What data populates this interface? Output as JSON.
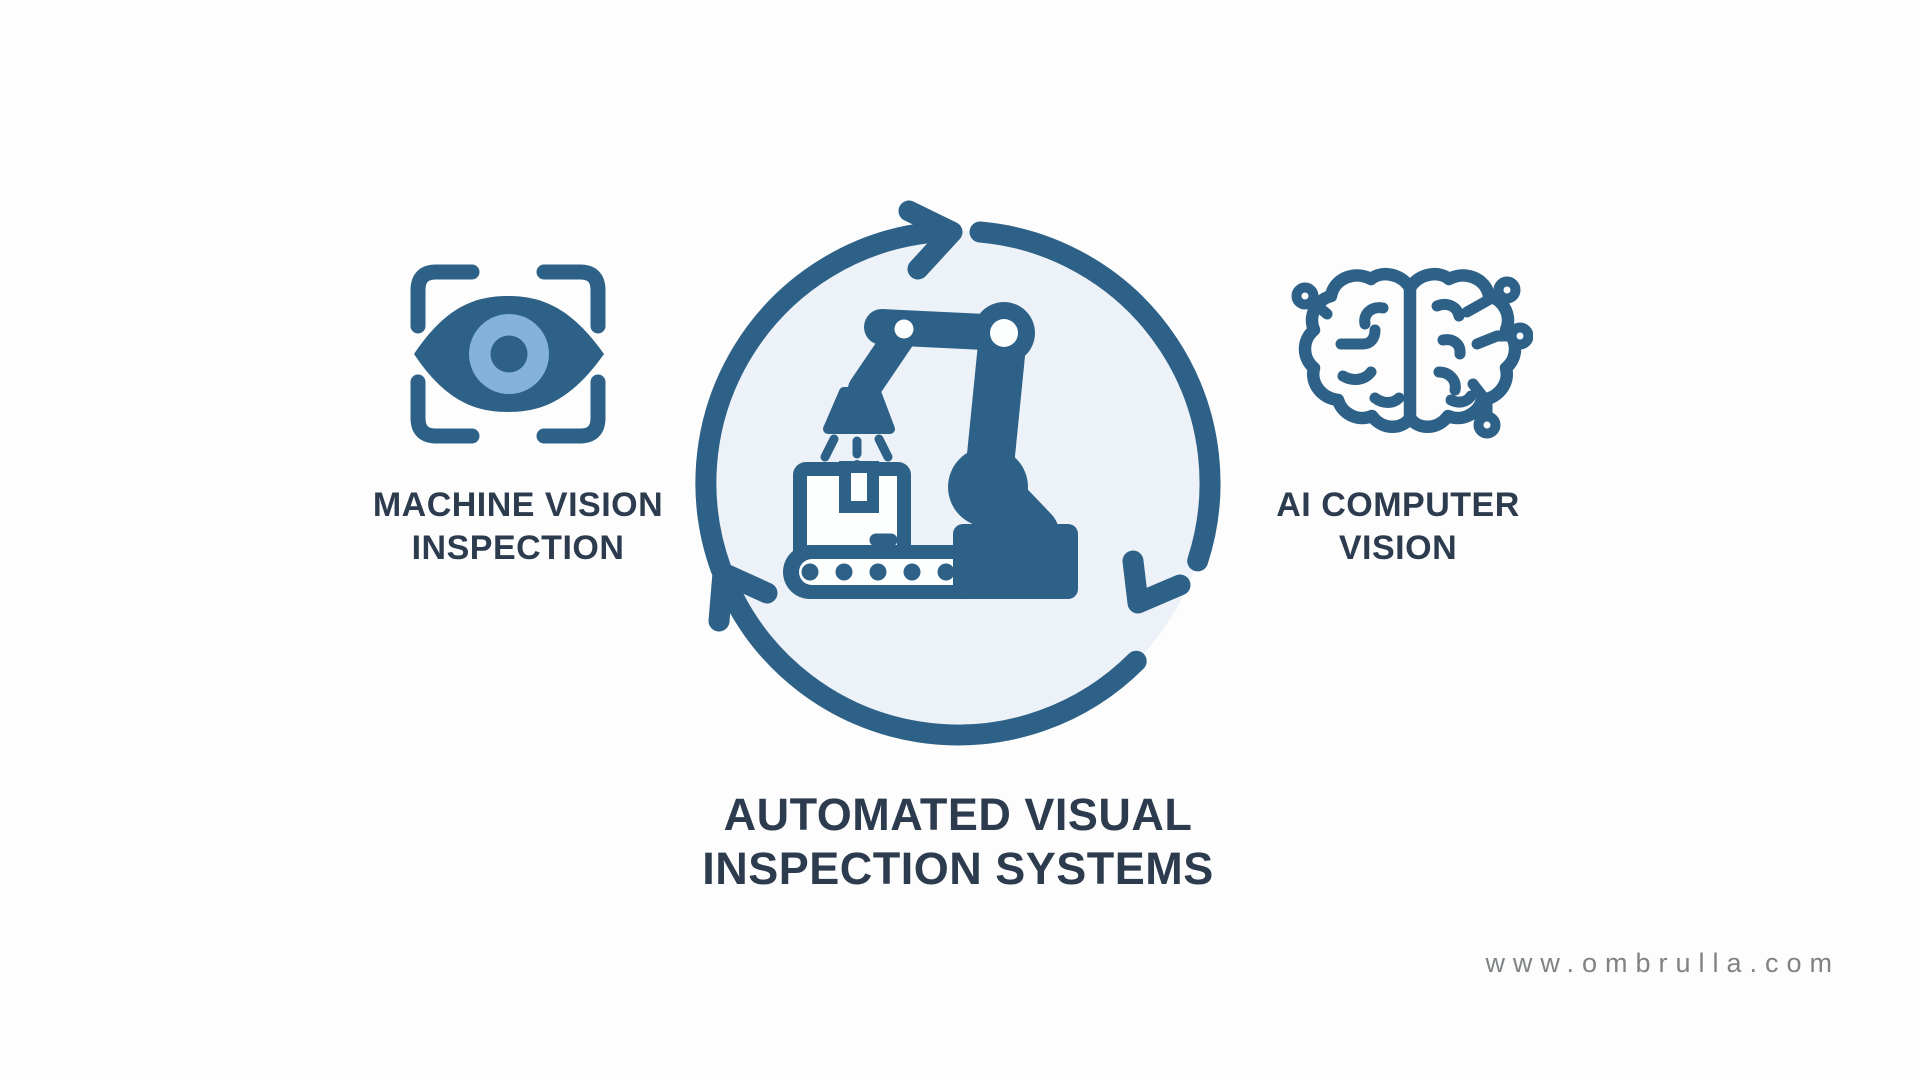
{
  "colors": {
    "background": "#fdfdfd",
    "primary": "#2e6187",
    "iris": "#84b2da",
    "heading": "#2d3b4e",
    "circle-fill": "#edf2f8",
    "url-gray": "#7f8386"
  },
  "left_feature": {
    "icon": "machine-vision-eye-scan-icon",
    "line1": "MACHINE VISION",
    "line2": "INSPECTION"
  },
  "center_feature": {
    "icon": "robotic-arm-conveyor-icon",
    "cycle_icon": "circular-arrows-icon",
    "title_line1": "AUTOMATED VISUAL",
    "title_line2": "INSPECTION SYSTEMS"
  },
  "right_feature": {
    "icon": "ai-brain-circuit-icon",
    "line1": "AI COMPUTER",
    "line2": "VISION"
  },
  "footer": {
    "website": "www.ombrulla.com"
  }
}
